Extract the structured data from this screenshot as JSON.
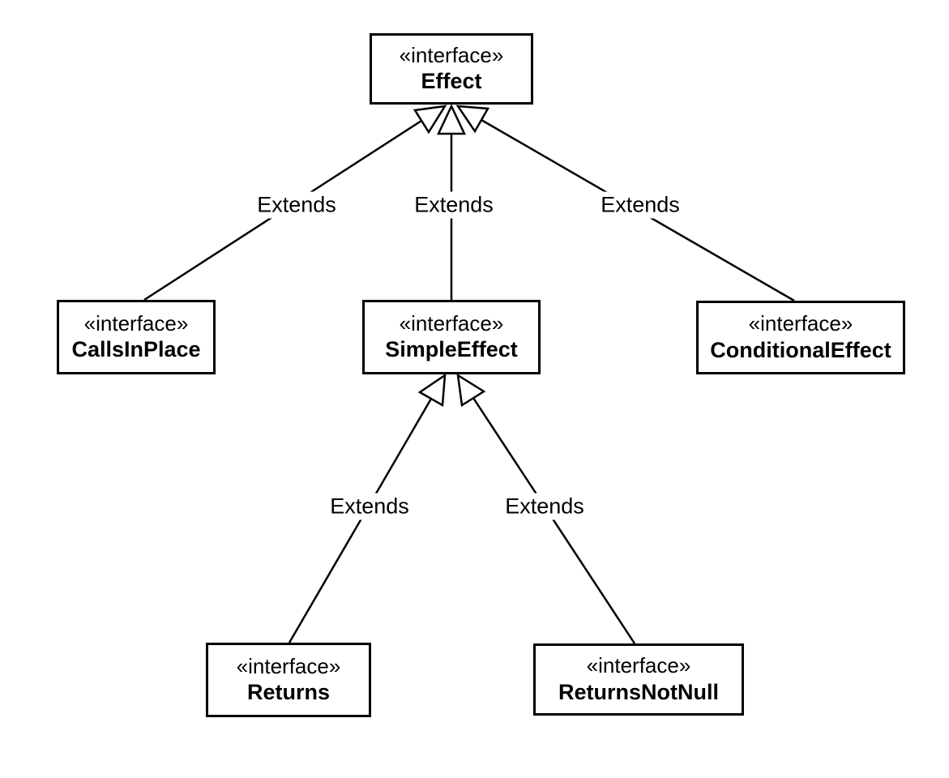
{
  "diagram": {
    "type": "uml-class-diagram",
    "colors": {
      "background": "#ffffff",
      "line": "#000000",
      "box_fill": "#ffffff",
      "text": "#000000"
    },
    "nodes": [
      {
        "id": "effect",
        "stereotype": "«interface»",
        "name": "Effect"
      },
      {
        "id": "callsinplace",
        "stereotype": "«interface»",
        "name": "CallsInPlace"
      },
      {
        "id": "simpleeffect",
        "stereotype": "«interface»",
        "name": "SimpleEffect"
      },
      {
        "id": "conditionaleffect",
        "stereotype": "«interface»",
        "name": "ConditionalEffect"
      },
      {
        "id": "returns",
        "stereotype": "«interface»",
        "name": "Returns"
      },
      {
        "id": "returnsnotnull",
        "stereotype": "«interface»",
        "name": "ReturnsNotNull"
      }
    ],
    "edges": [
      {
        "from": "CallsInPlace",
        "to": "Effect",
        "label": "Extends",
        "arrowhead": "hollow-triangle"
      },
      {
        "from": "SimpleEffect",
        "to": "Effect",
        "label": "Extends",
        "arrowhead": "hollow-triangle"
      },
      {
        "from": "ConditionalEffect",
        "to": "Effect",
        "label": "Extends",
        "arrowhead": "hollow-triangle"
      },
      {
        "from": "Returns",
        "to": "SimpleEffect",
        "label": "Extends",
        "arrowhead": "hollow-triangle"
      },
      {
        "from": "ReturnsNotNull",
        "to": "SimpleEffect",
        "label": "Extends",
        "arrowhead": "hollow-triangle"
      }
    ]
  }
}
